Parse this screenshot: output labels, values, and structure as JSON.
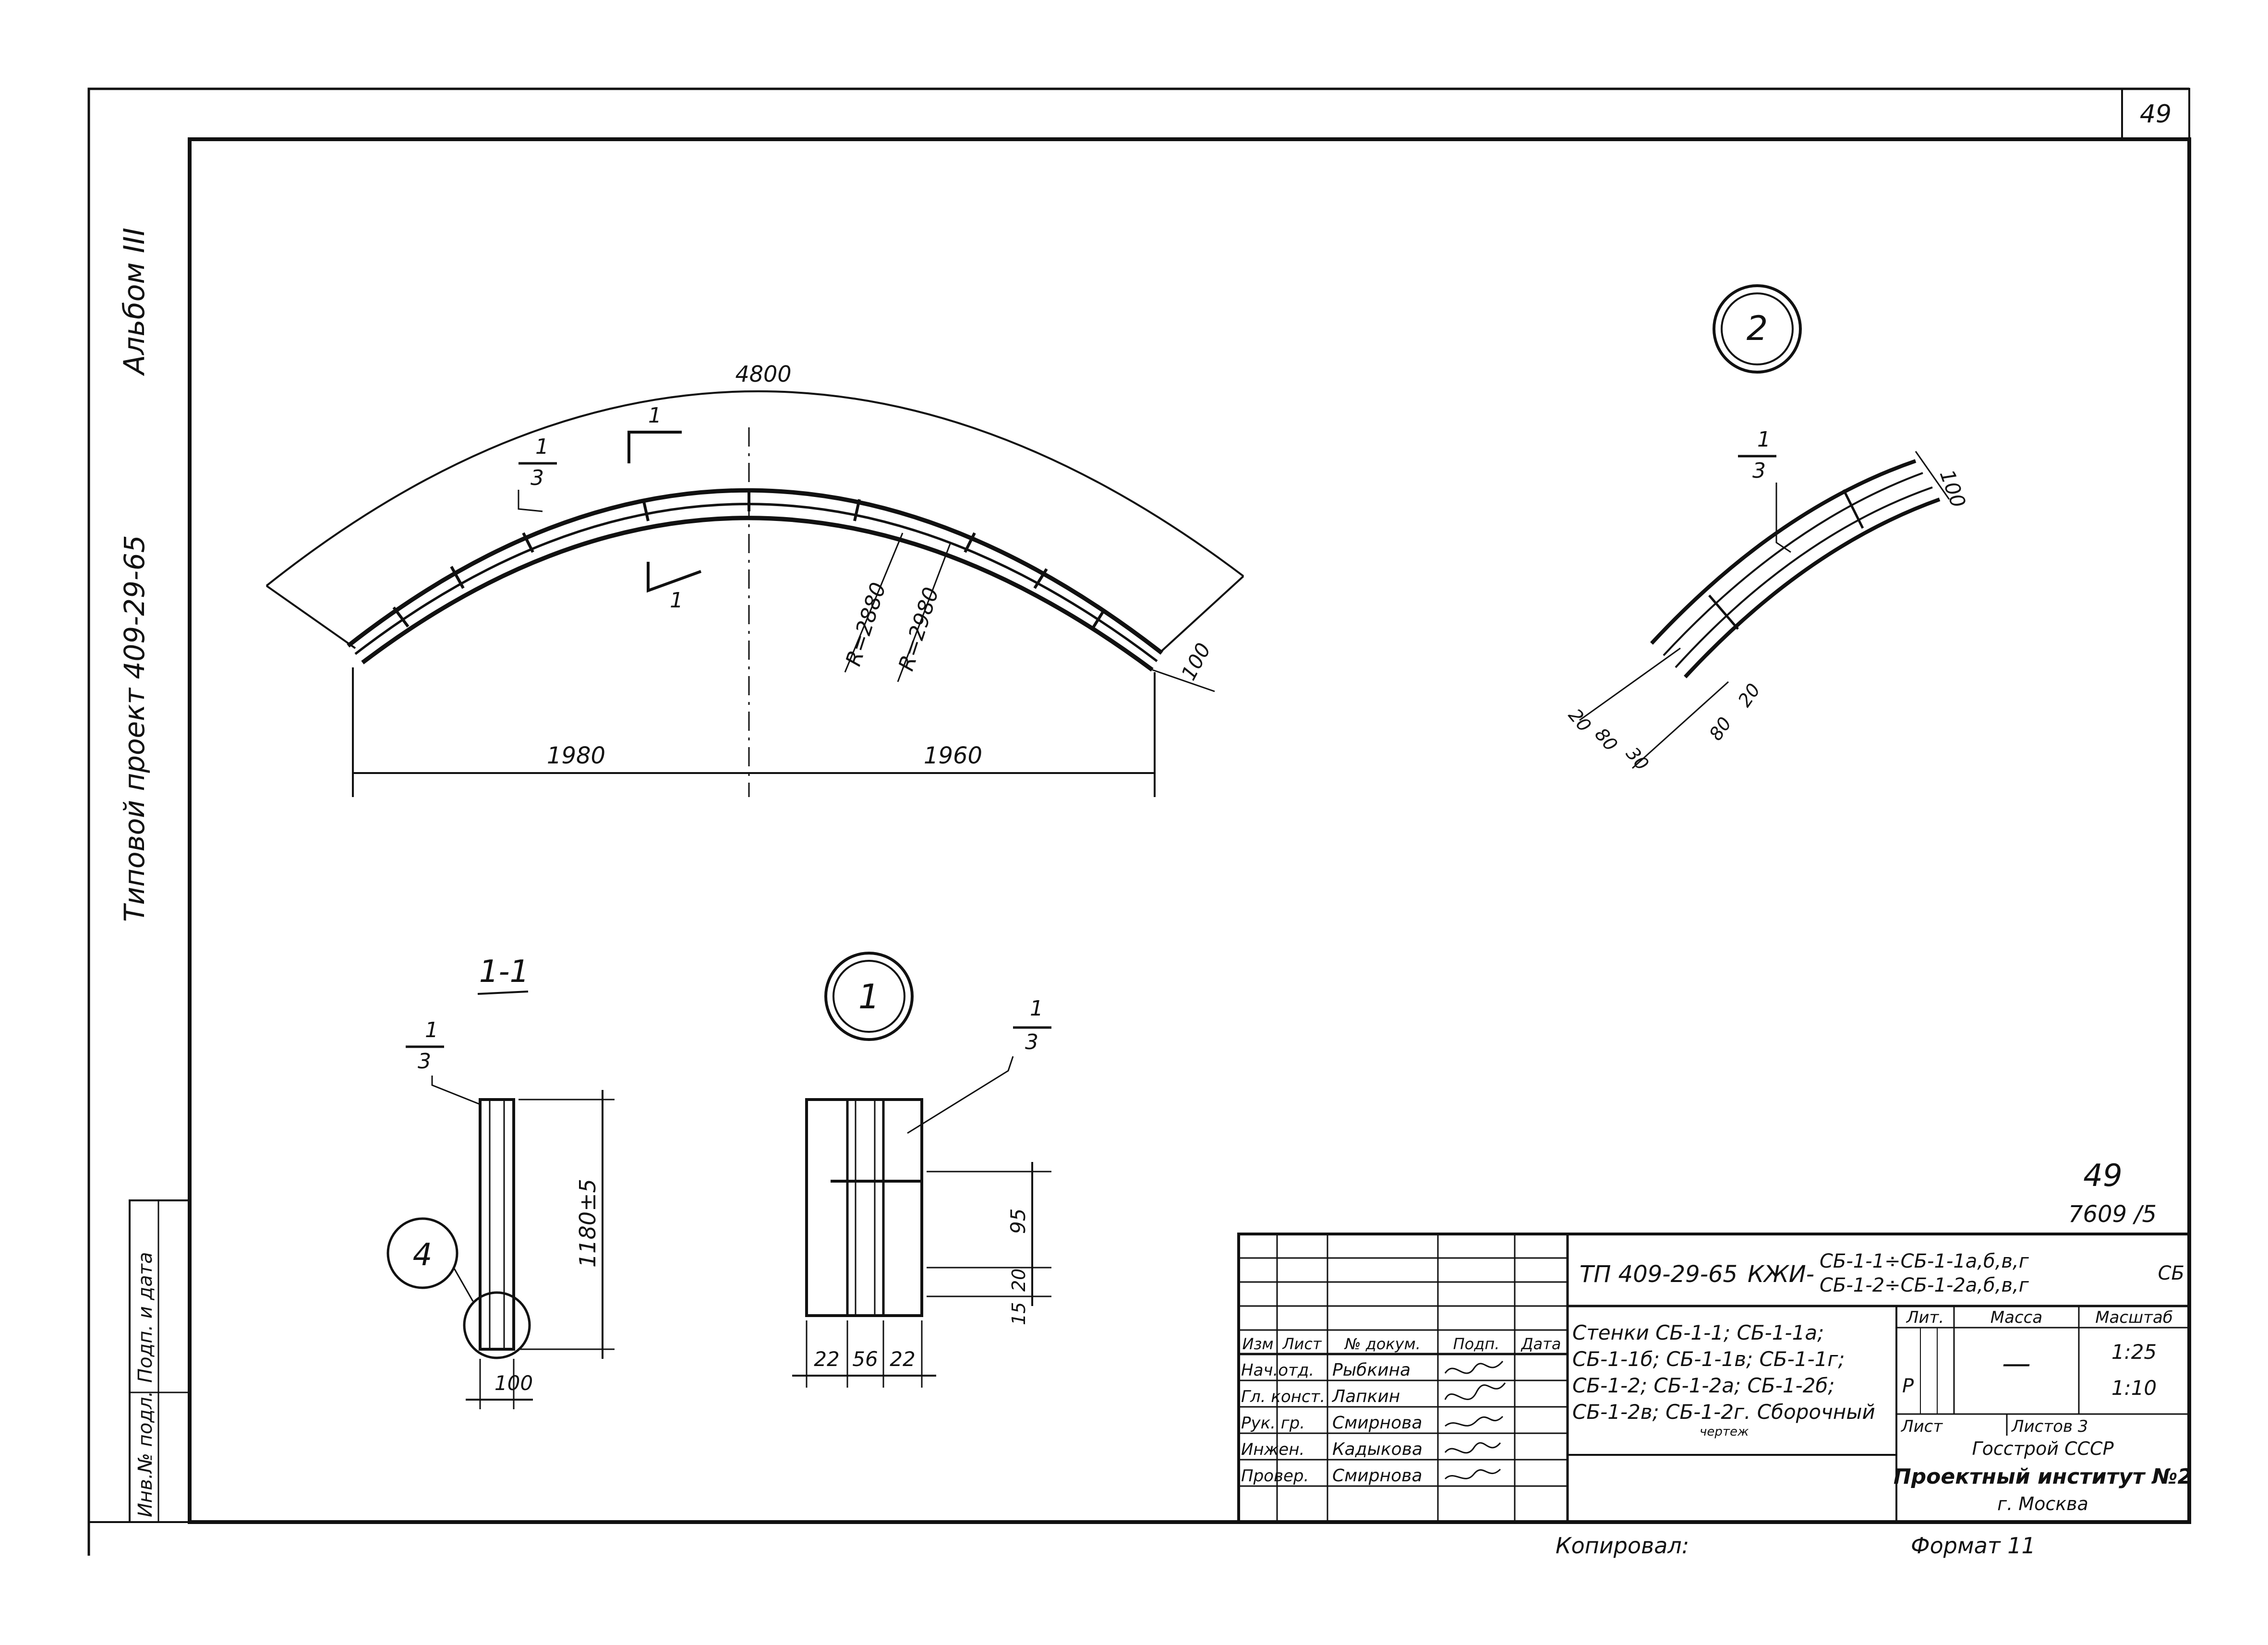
{
  "sheet_number_corner": "49",
  "sheet_number_lower": "49",
  "album_label": "Альбом III",
  "project_label": "Типовой проект 409-29-65",
  "inventory_header": "Инв.№ подл.  Подп. и дата",
  "inventory_parts": [
    "Инв.№ подл.",
    "Подп. и дата"
  ],
  "detail_callouts": {
    "c1": "1",
    "c2": "2",
    "c4": "4"
  },
  "section_label": "1-1",
  "ref_marks": {
    "top": "1",
    "bottom": "3"
  },
  "section_mark": "1",
  "plan_dims": {
    "arc": "4800",
    "left": "1980",
    "right": "1960",
    "thickness": "100"
  },
  "radii": {
    "inner": "R=2880",
    "outer": "R=2980"
  },
  "detail2_dims": {
    "width": "100",
    "d20a": "20",
    "d80a": "80",
    "d30": "30",
    "d80b": "80",
    "d20b": "20"
  },
  "section_dims": {
    "height": "1180±5",
    "width": "100"
  },
  "detail1_dims": {
    "d95": "95",
    "d20": "20",
    "d15": "15",
    "w22a": "22",
    "w56": "56",
    "w22b": "22"
  },
  "doc_number": "7609 /5",
  "title_block": {
    "project_code": "ТП 409-29-65",
    "kzh": "КЖИ-",
    "codes_line1": "СБ-1-1÷СБ-1-1а,б,в,г",
    "codes_line2": "СБ-1-2÷СБ-1-2а,б,в,г",
    "codes_suffix": "СБ",
    "headers": [
      "Изм",
      "Лист",
      "№ докум.",
      "Подп.",
      "Дата"
    ],
    "roles": [
      "Нач.отд.",
      "Гл. конст.",
      "Рук. гр.",
      "Инжен.",
      "Провер."
    ],
    "names": [
      "Рыбкина",
      "Лапкин",
      "Смирнова",
      "Кадыкова",
      "Смирнова"
    ],
    "description_lines": [
      "Стенки СБ-1-1; СБ-1-1а;",
      "СБ-1-1б; СБ-1-1в; СБ-1-1г;",
      "СБ-1-2; СБ-1-2а; СБ-1-2б;",
      "СБ-1-2в; СБ-1-2г. Сборочный",
      "чертеж"
    ],
    "lit_header": "Лит.",
    "mass_header": "Масса",
    "scale_header": "Масштаб",
    "lit_value": "Р",
    "mass_value": "—",
    "scales": [
      "1:25",
      "1:10"
    ],
    "sheet_label": "Лист",
    "sheets_label": "Листов 3",
    "org_line1": "Госстрой СССР",
    "org_line2": "Проектный институт №2",
    "org_line3": "г. Москва"
  },
  "copied_label": "Копировал:",
  "format_label": "Формат 11"
}
